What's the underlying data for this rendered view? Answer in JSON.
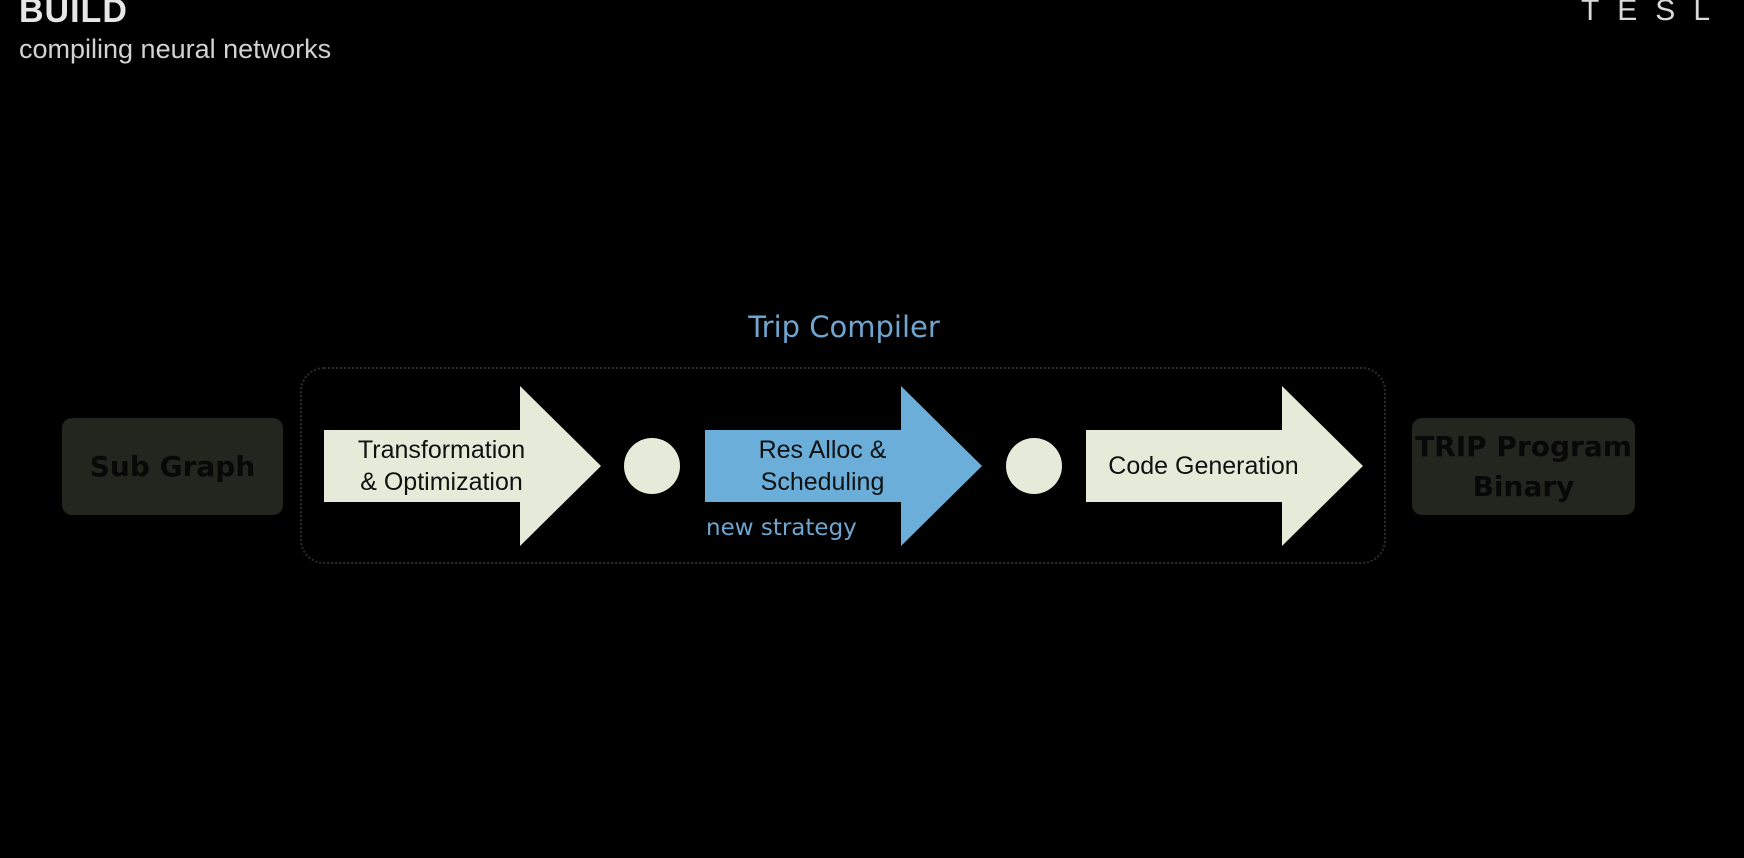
{
  "header": {
    "title": "BUILD",
    "subtitle": "compiling neural networks",
    "logo": "TESL"
  },
  "diagram": {
    "compiler_label": "Trip Compiler",
    "input_label": "Sub Graph",
    "output_label_line1": "TRIP Program",
    "output_label_line2": "Binary",
    "stages": [
      {
        "line1": "Transformation",
        "line2": "& Optimization"
      },
      {
        "line1": "Res Alloc &",
        "line2": "Scheduling"
      },
      {
        "line1": "Code Generation",
        "line2": ""
      }
    ],
    "stage2_note": "new strategy"
  },
  "colors": {
    "arrow_default": "#e6ebd9",
    "arrow_highlight": "#6aaed9",
    "accent_text": "#6fa5cf",
    "io_box": "#23251f"
  }
}
